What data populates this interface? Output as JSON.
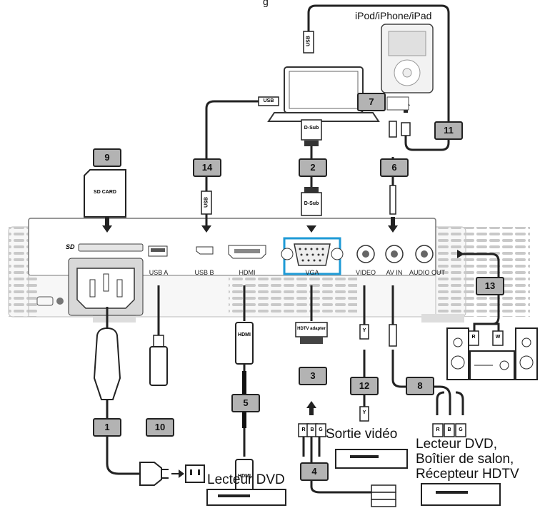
{
  "title_partial": "g",
  "labels": {
    "ipod": "iPod/iPhone/iPad",
    "sortie_video": "Sortie vidéo",
    "lecteur_dvd": "Lecteur DVD",
    "dvd_multi_1": "Lecteur DVD,",
    "dvd_multi_2": "Boîtier de salon,",
    "dvd_multi_3": "Récepteur HDTV"
  },
  "ports": {
    "usb_a": "USB A",
    "usb_b": "USB B",
    "hdmi": "HDMI",
    "vga": "VGA",
    "video": "VIDEO",
    "av_in": "AV IN",
    "audio_out": "AUDIO OUT"
  },
  "connectors": {
    "usb": "USB",
    "dsub": "D-Sub",
    "sd_card": "SD CARD",
    "hdmi": "HDMI",
    "hdtv_adapter": "HDTV adapter",
    "r": "R",
    "b": "B",
    "g": "G",
    "y": "Y",
    "w": "W"
  },
  "numbers": [
    "1",
    "2",
    "3",
    "4",
    "5",
    "6",
    "7",
    "8",
    "9",
    "10",
    "11",
    "12",
    "13",
    "14"
  ],
  "colors": {
    "badge_fill": "#b3b3b3",
    "vga_highlight": "#1e9ad6",
    "line": "#222222"
  },
  "icons": [
    "laptop-icon",
    "ipod-icon",
    "sd-card-icon",
    "usb-stick-icon",
    "power-plug-icon",
    "wall-outlet-icon",
    "dvd-player-icon",
    "speakers-icon",
    "projector-icon"
  ]
}
